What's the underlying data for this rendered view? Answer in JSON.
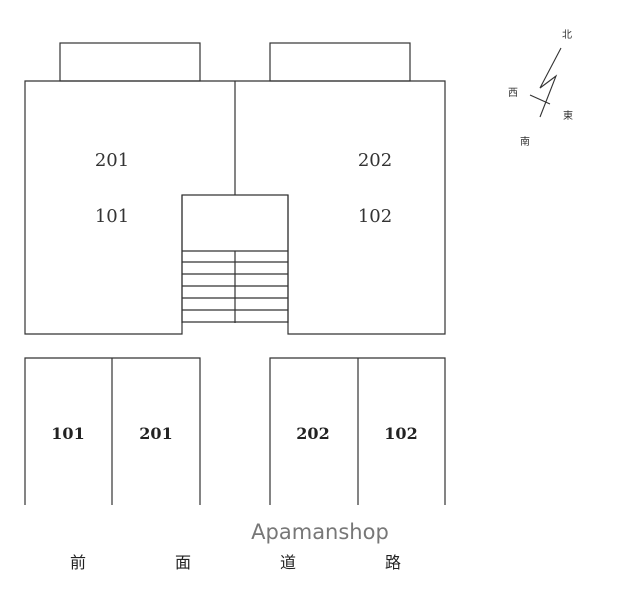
{
  "building": {
    "upper_units": [
      "201",
      "202"
    ],
    "lower_units": [
      "101",
      "102"
    ]
  },
  "parking": [
    "101",
    "201",
    "202",
    "102"
  ],
  "compass": {
    "north": "北",
    "south": "南",
    "east": "東",
    "west": "西"
  },
  "watermark": "Apamanshop",
  "road": [
    "前",
    "面",
    "道",
    "路"
  ]
}
